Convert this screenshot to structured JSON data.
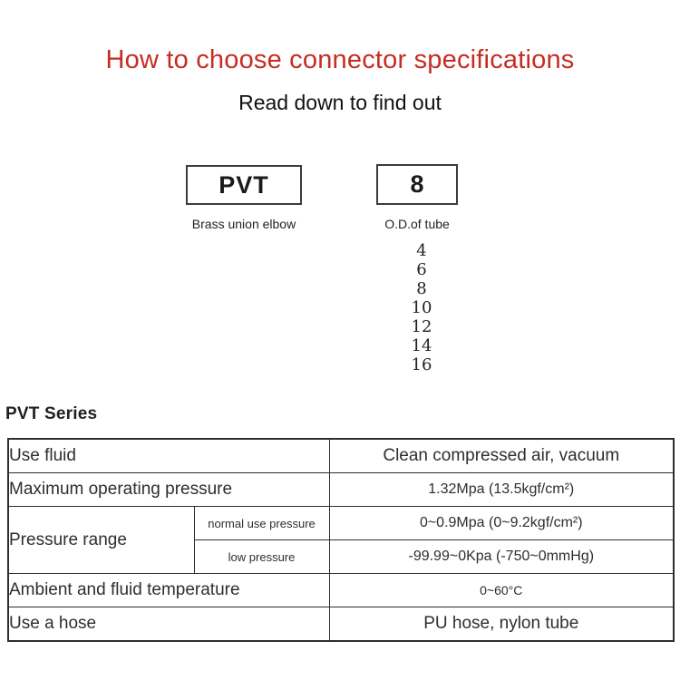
{
  "colors": {
    "title_red": "#c62d22",
    "table_band_bg": "#f4eee1",
    "table_border": "#2e2e2e"
  },
  "header": {
    "title": "How to choose connector specifications",
    "subtitle": "Read down to find out"
  },
  "code_breakdown": {
    "model": {
      "code": "PVT",
      "meaning": "Brass union elbow"
    },
    "size": {
      "code": "8",
      "meaning": "O.D.of tube",
      "options": [
        "4",
        "6",
        "8",
        "10",
        "12",
        "14",
        "16"
      ]
    }
  },
  "series_heading": "PVT Series",
  "spec_table": {
    "rows": [
      {
        "label": "Use fluid",
        "value": "Clean compressed air, vacuum"
      },
      {
        "label": "Maximum operating pressure",
        "value": "1.32Mpa (13.5kgf/cm²)"
      },
      {
        "label": "Pressure range",
        "sub_label": "normal use pressure",
        "value": "0~0.9Mpa (0~9.2kgf/cm²)"
      },
      {
        "sub_label": "low pressure",
        "value": "-99.99~0Kpa (-750~0mmHg)"
      },
      {
        "label": "Ambient and fluid temperature",
        "value": "0~60°C"
      },
      {
        "label": "Use a hose",
        "value": "PU hose, nylon tube"
      }
    ]
  }
}
